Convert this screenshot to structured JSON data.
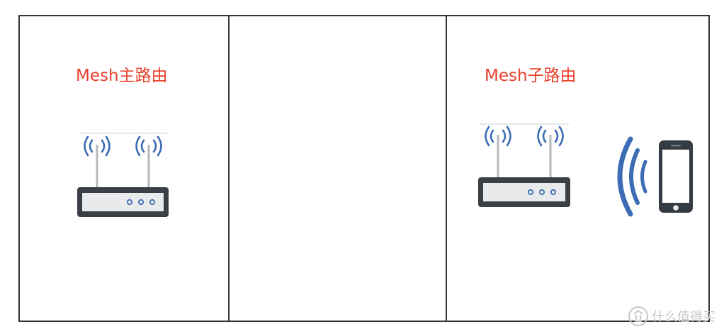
{
  "panels": [
    {
      "label": "Mesh主路由"
    },
    {
      "label": ""
    },
    {
      "label": "Mesh子路由"
    }
  ],
  "icons": [
    "router-icon",
    "router-icon",
    "wireless-signal-icon",
    "smartphone-icon"
  ],
  "watermark": {
    "text": "什么值得买",
    "icon": "smzdm-logo-icon"
  },
  "colors": {
    "label": "#e8412c",
    "border": "#333333",
    "signal": "#3b6cb4",
    "router_body": "#3a3f45",
    "router_panel": "#e8eaec",
    "led": "#3b6cb4",
    "phone_body": "#353b42",
    "phone_screen": "#ffffff",
    "watermark": "#c7c7c7"
  }
}
